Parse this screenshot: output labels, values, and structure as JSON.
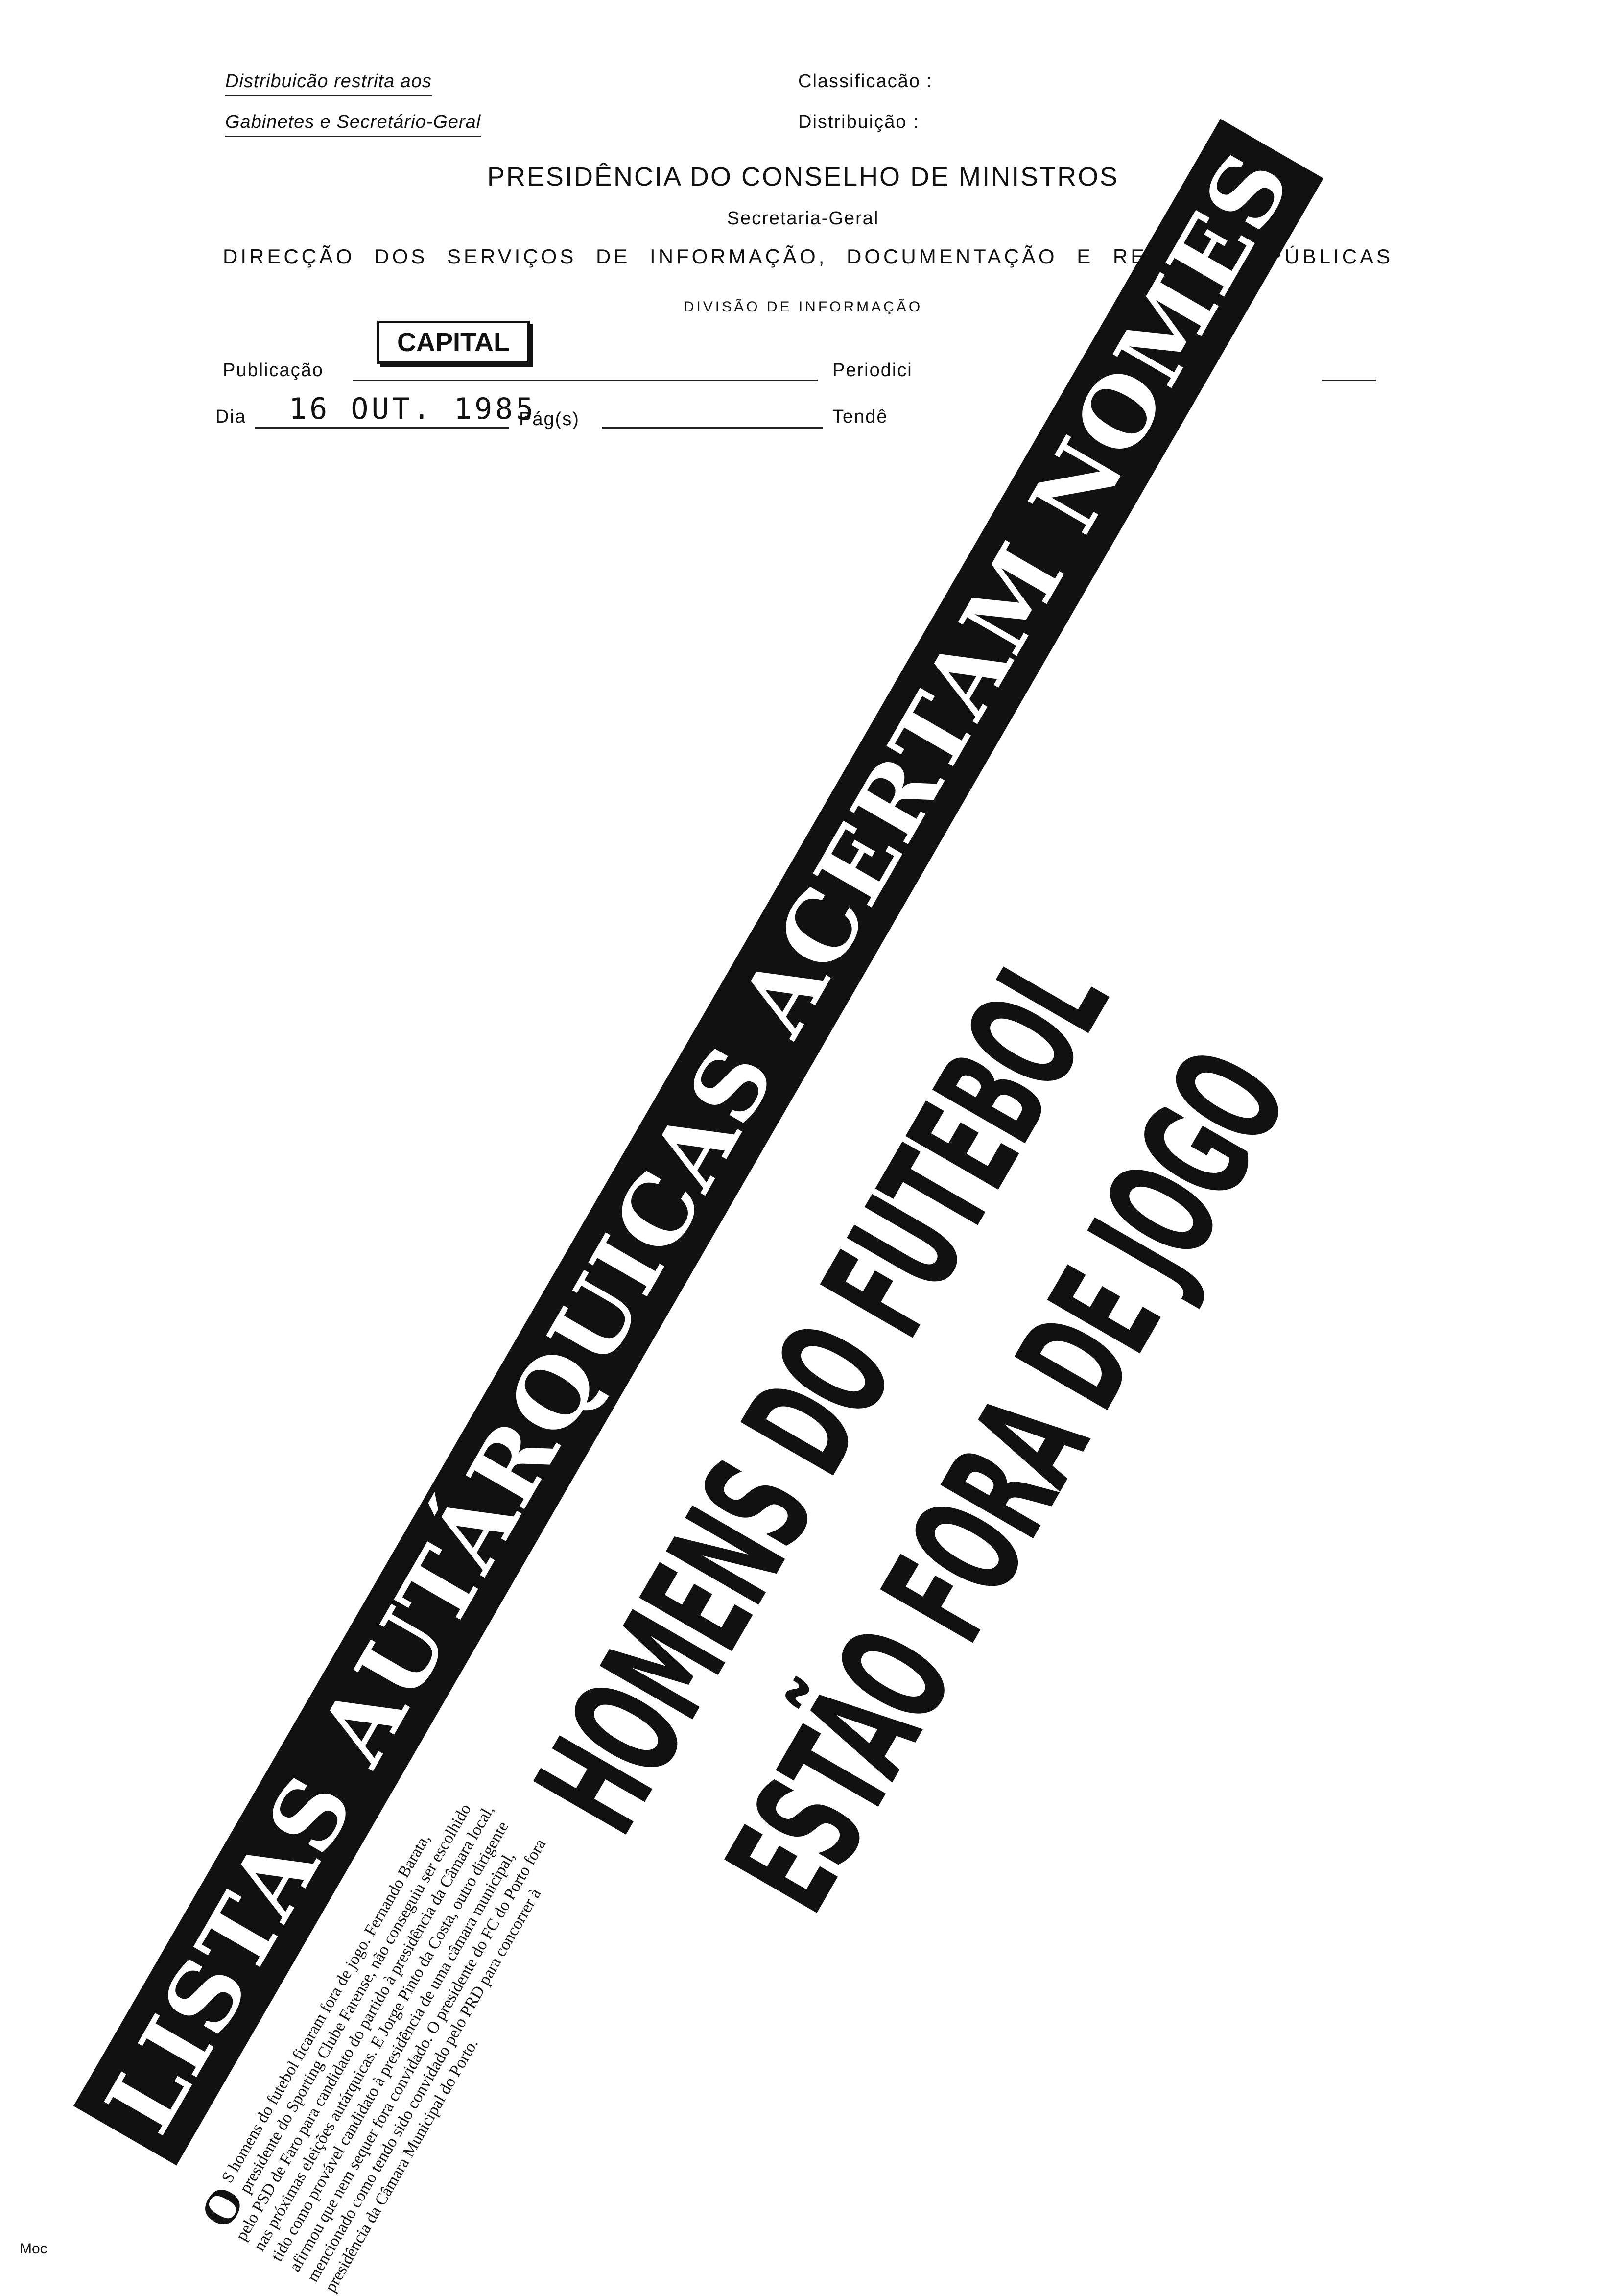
{
  "header": {
    "restricted_line1": "Distribuicão restrita aos",
    "restricted_line2": "Gabinetes e Secretário-Geral",
    "classificacao_label": "Classificacão :",
    "distribuicao_label": "Distribuição :",
    "org_title": "PRESIDÊNCIA DO CONSELHO DE MINISTROS",
    "secretaria": "Secretaria-Geral",
    "direccao": "DIRECÇÃO DOS SERVIÇOS DE INFORMAÇÃO, DOCUMENTAÇÃO E RELAÇÕES PÚBLICAS",
    "divisao": "DIVISÃO DE INFORMAÇÃO"
  },
  "form": {
    "publicacao_label": "Publicação",
    "publicacao_value": "CAPITAL",
    "periodicidade_label": "Periodici",
    "dia_label": "Dia",
    "dia_value": "16 OUT. 1985",
    "pag_label": "Pág(s)",
    "tendencia_label": "Tendê"
  },
  "clipping": {
    "banner": "LISTAS AUTÁRQUICAS ACERTAM NOMES",
    "headline_line1": "HOMENS DO FUTEBOL",
    "headline_line2": "ESTÃO FORA DE JOGO",
    "dropcap": "O",
    "body": "S homens do futebol ficaram fora de jogo. Fernando Barata, presidente do Sporting Clube Farense, não conseguiu ser escolhido pelo PSD de Faro para candidato do partido à presidência da Câmara local, nas próximas eleições autárquicas. E Jorge Pinto da Costa, outro dirigente tido como provável candidato à presidência de uma câmara municipal, afirmou que nem sequer fora convidado. O presidente do FC do Porto fora mencionado como tendo sido convidado pelo PRD para concorrer à presidência da Câmara Municipal do Porto."
  },
  "footer": {
    "mod": "Moc"
  }
}
